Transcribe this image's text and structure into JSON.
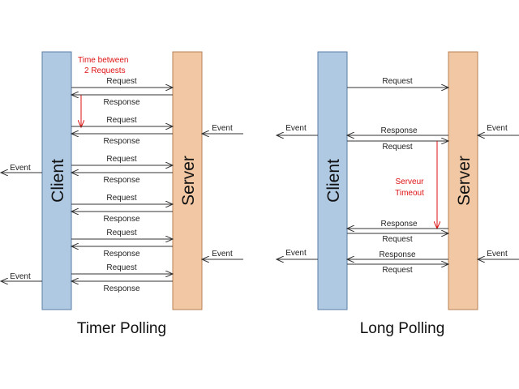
{
  "colors": {
    "client_fill": "#b0c9e3",
    "client_stroke": "#5a7fa6",
    "server_fill": "#f1c7a4",
    "server_stroke": "#b88055",
    "arrow": "#333333",
    "accent": "#dd1111"
  },
  "timer_polling": {
    "title": "Timer Polling",
    "client_label": "Client",
    "server_label": "Server",
    "interval_note_line1": "Time between",
    "interval_note_line2": "2 Requests",
    "request_label": "Request",
    "response_label": "Response",
    "event_label": "Event"
  },
  "long_polling": {
    "title": "Long Polling",
    "client_label": "Client",
    "server_label": "Server",
    "timeout_note_line1": "Serveur",
    "timeout_note_line2": "Timeout",
    "request_label": "Request",
    "response_label": "Response",
    "event_label": "Event"
  }
}
